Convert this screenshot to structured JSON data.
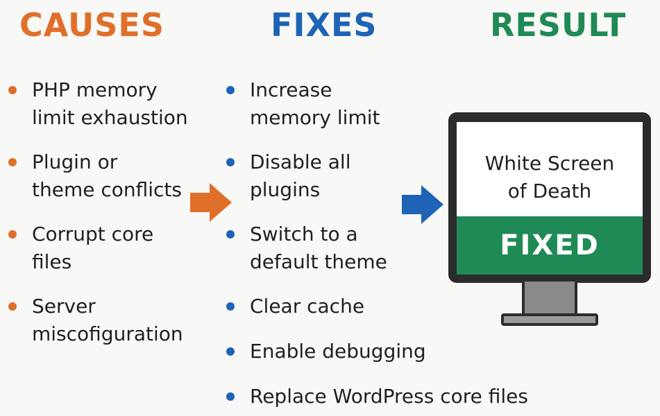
{
  "headings": {
    "causes": "CAUSES",
    "fixes": "FIXES",
    "result": "RESULT"
  },
  "colors": {
    "causes": "#e06f2a",
    "fixes": "#1e63b5",
    "result": "#1f8a55",
    "monitor": "#2c2c2c"
  },
  "causes": [
    {
      "line1": "PHP memory",
      "line2": "limit exhaustion"
    },
    {
      "line1": "Plugin or",
      "line2": "theme conflicts"
    },
    {
      "line1": "Corrupt core",
      "line2": "files"
    },
    {
      "line1": "Server",
      "line2": "miscofiguration"
    }
  ],
  "fixes": [
    {
      "line1": "Increase",
      "line2": "memory limit"
    },
    {
      "line1": "Disable all",
      "line2": "plugins"
    },
    {
      "line1": "Switch to a",
      "line2": "default theme"
    },
    {
      "line1": "Clear cache",
      "line2": ""
    },
    {
      "line1": "Enable debugging",
      "line2": ""
    },
    {
      "line1": "Replace WordPress core files",
      "line2": ""
    }
  ],
  "result": {
    "screen_line1": "White Screen",
    "screen_line2": "of Death",
    "status": "FIXED"
  },
  "icons": {
    "arrow_causes_to_fixes": "right-arrow-icon",
    "arrow_fixes_to_result": "right-arrow-icon",
    "monitor": "monitor-icon"
  }
}
